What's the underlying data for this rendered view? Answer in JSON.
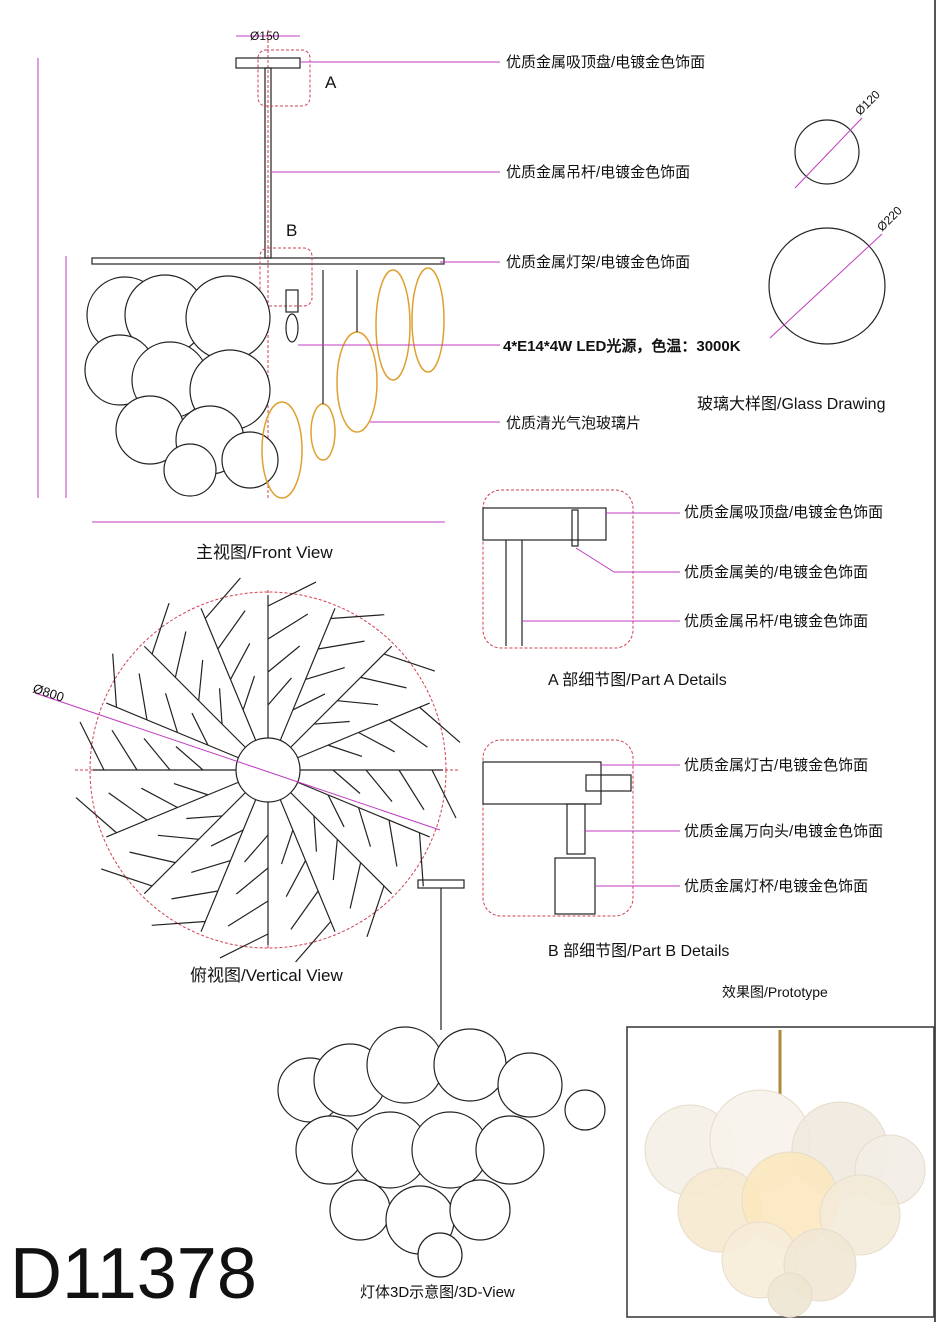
{
  "model_code": "D11378",
  "front_view": {
    "caption": "主视图/Front View",
    "dim_canopy": "Ø150",
    "marker_a": "A",
    "marker_b": "B",
    "labels": [
      "优质金属吸顶盘/电镀金色饰面",
      "优质金属吊杆/电镀金色饰面",
      "优质金属灯架/电镀金色饰面",
      "4*E14*4W LED光源，色温：3000K",
      "优质清光气泡玻璃片"
    ]
  },
  "glass_drawing": {
    "caption": "玻璃大样图/Glass Drawing",
    "dim_small": "Ø120",
    "dim_large": "Ø220"
  },
  "part_a": {
    "caption": "A 部细节图/Part A Details",
    "labels": [
      "优质金属吸顶盘/电镀金色饰面",
      "优质金属美的/电镀金色饰面",
      "优质金属吊杆/电镀金色饰面"
    ]
  },
  "part_b": {
    "caption": "B 部细节图/Part B Details",
    "labels": [
      "优质金属灯古/电镀金色饰面",
      "优质金属万向头/电镀金色饰面",
      "优质金属灯杯/电镀金色饰面"
    ]
  },
  "vertical_view": {
    "caption": "俯视图/Vertical View",
    "dim": "Ø800"
  },
  "view_3d": {
    "caption": "灯体3D示意图/3D-View"
  },
  "prototype": {
    "caption": "效果图/Prototype"
  },
  "colors": {
    "leader": "#c03cc0",
    "cloud": "#d04050",
    "gold": "#e0a030"
  }
}
